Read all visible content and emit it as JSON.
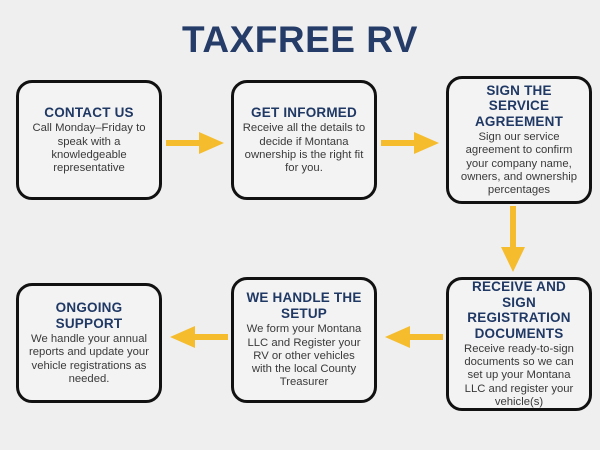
{
  "page": {
    "title": "TAXFREE RV",
    "background_color": "#EFEFEF",
    "accent_navy": "#1F3864",
    "accent_yellow": "#F5BC2E",
    "body_text_color": "#3A3A3A",
    "border_color": "#111111"
  },
  "steps": [
    {
      "id": "contact-us",
      "title": "CONTACT US",
      "body": "Call Monday–Friday to speak with a knowledgeable representative"
    },
    {
      "id": "get-informed",
      "title": "GET INFORMED",
      "body": "Receive all the details to decide if Montana ownership is the right fit for you."
    },
    {
      "id": "sign-service-agreement",
      "title": "SIGN THE SERVICE AGREEMENT",
      "body": "Sign our service agreement to confirm your company name, owners, and ownership percentages"
    },
    {
      "id": "receive-and-sign-registration-documents",
      "title": "RECEIVE AND SIGN REGISTRATION DOCUMENTS",
      "body": "Receive ready-to-sign documents so we can set up your Montana LLC and register your vehicle(s)"
    },
    {
      "id": "we-handle-the-setup",
      "title": "WE HANDLE THE SETUP",
      "body": "We form your Montana LLC and Register your RV or other vehicles with the local County Treasurer"
    },
    {
      "id": "ongoing-support",
      "title": "ONGOING SUPPORT",
      "body": "We handle your annual reports and update your vehicle registrations as needed."
    }
  ],
  "arrows": [
    {
      "id": "arrow-contact-to-informed",
      "direction": "right",
      "from": "contact-us",
      "to": "get-informed"
    },
    {
      "id": "arrow-informed-to-agreement",
      "direction": "right",
      "from": "get-informed",
      "to": "sign-service-agreement"
    },
    {
      "id": "arrow-agreement-to-registration",
      "direction": "down",
      "from": "sign-service-agreement",
      "to": "receive-and-sign-registration-documents"
    },
    {
      "id": "arrow-registration-to-setup",
      "direction": "left",
      "from": "receive-and-sign-registration-documents",
      "to": "we-handle-the-setup"
    },
    {
      "id": "arrow-setup-to-support",
      "direction": "left",
      "from": "we-handle-the-setup",
      "to": "ongoing-support"
    }
  ]
}
